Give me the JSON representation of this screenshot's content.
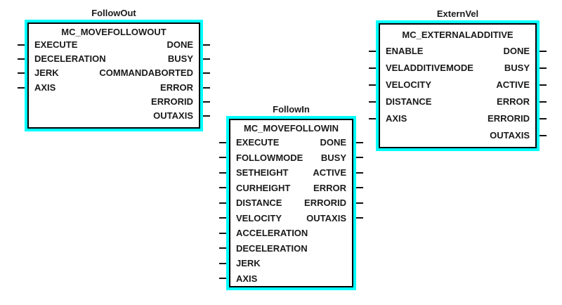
{
  "editor": {
    "background": "#ffffff",
    "selection_color": "#00ffff",
    "block_border_color": "#000000",
    "text_color": "#1a1a1a"
  },
  "blocks": [
    {
      "instance_name": "FollowOut",
      "type_name": "MC_MOVEFOLLOWOUT",
      "inputs": [
        "EXECUTE",
        "DECELERATION",
        "JERK",
        "AXIS"
      ],
      "outputs": [
        "DONE",
        "BUSY",
        "COMMANDABORTED",
        "ERROR",
        "ERRORID",
        "OUTAXIS"
      ]
    },
    {
      "instance_name": "FollowIn",
      "type_name": "MC_MOVEFOLLOWIN",
      "inputs": [
        "EXECUTE",
        "FOLLOWMODE",
        "SETHEIGHT",
        "CURHEIGHT",
        "DISTANCE",
        "VELOCITY",
        "ACCELERATION",
        "DECELERATION",
        "JERK",
        "AXIS"
      ],
      "outputs": [
        "DONE",
        "BUSY",
        "ACTIVE",
        "ERROR",
        "ERRORID",
        "OUTAXIS"
      ]
    },
    {
      "instance_name": "ExternVel",
      "type_name": "MC_EXTERNALADDITIVE",
      "inputs": [
        "ENABLE",
        "VELADDITIVEMODE",
        "VELOCITY",
        "DISTANCE",
        "AXIS"
      ],
      "outputs": [
        "DONE",
        "BUSY",
        "ACTIVE",
        "ERROR",
        "ERRORID",
        "OUTAXIS"
      ]
    }
  ]
}
